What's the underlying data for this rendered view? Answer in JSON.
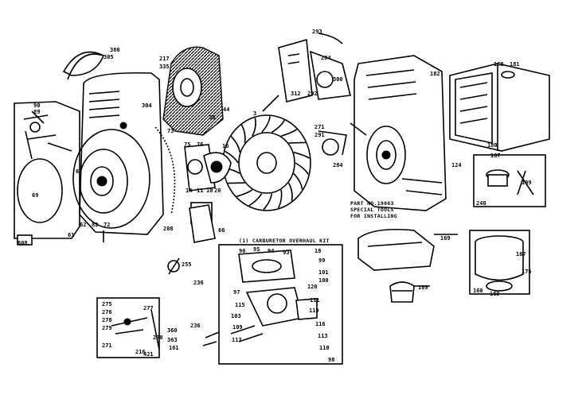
{
  "labels": {
    "flywheel_cover": [
      "380",
      "305"
    ],
    "blower": [
      "304"
    ],
    "starter": [
      "90",
      "89",
      "73",
      "6",
      "62",
      "69",
      "61"
    ],
    "flywheel": [
      "75",
      "76",
      "14",
      "11",
      "10",
      "20",
      "16",
      "66",
      "82",
      "72",
      "208"
    ],
    "gear_housing": [
      "217",
      "335"
    ],
    "points": [
      "36",
      "44",
      "3"
    ],
    "breaker": [
      "293",
      "284",
      "300",
      "292",
      "312"
    ],
    "governor": [
      "271",
      "291",
      "284"
    ],
    "block": [
      "182",
      "160",
      "181",
      "180",
      "187",
      "199",
      "240"
    ],
    "carb_parts": [
      "96",
      "95",
      "94",
      "93",
      "18",
      "99",
      "101",
      "100",
      "97",
      "115",
      "103",
      "109",
      "117",
      "116",
      "113",
      "110",
      "111",
      "119",
      "120"
    ],
    "linkage": [
      "216",
      "275",
      "276",
      "277",
      "278",
      "279",
      "271",
      "270",
      "360",
      "363",
      "161"
    ],
    "misc": [
      "255",
      "236",
      "236",
      "169",
      "167",
      "175",
      "189",
      "160"
    ]
  },
  "captions": {
    "special_tools": [
      "PART NO.19063",
      "SPECIAL TOOLS",
      "FOR INSTALLING"
    ],
    "carb_kit": "(1) CARBURETOR OVERHAUL KIT"
  },
  "boxes": {
    "starter_box": "608",
    "carb_box": "98",
    "linkage_box": "421",
    "air_box": "124",
    "cleaner_box": "160",
    "cap_box": "240"
  }
}
